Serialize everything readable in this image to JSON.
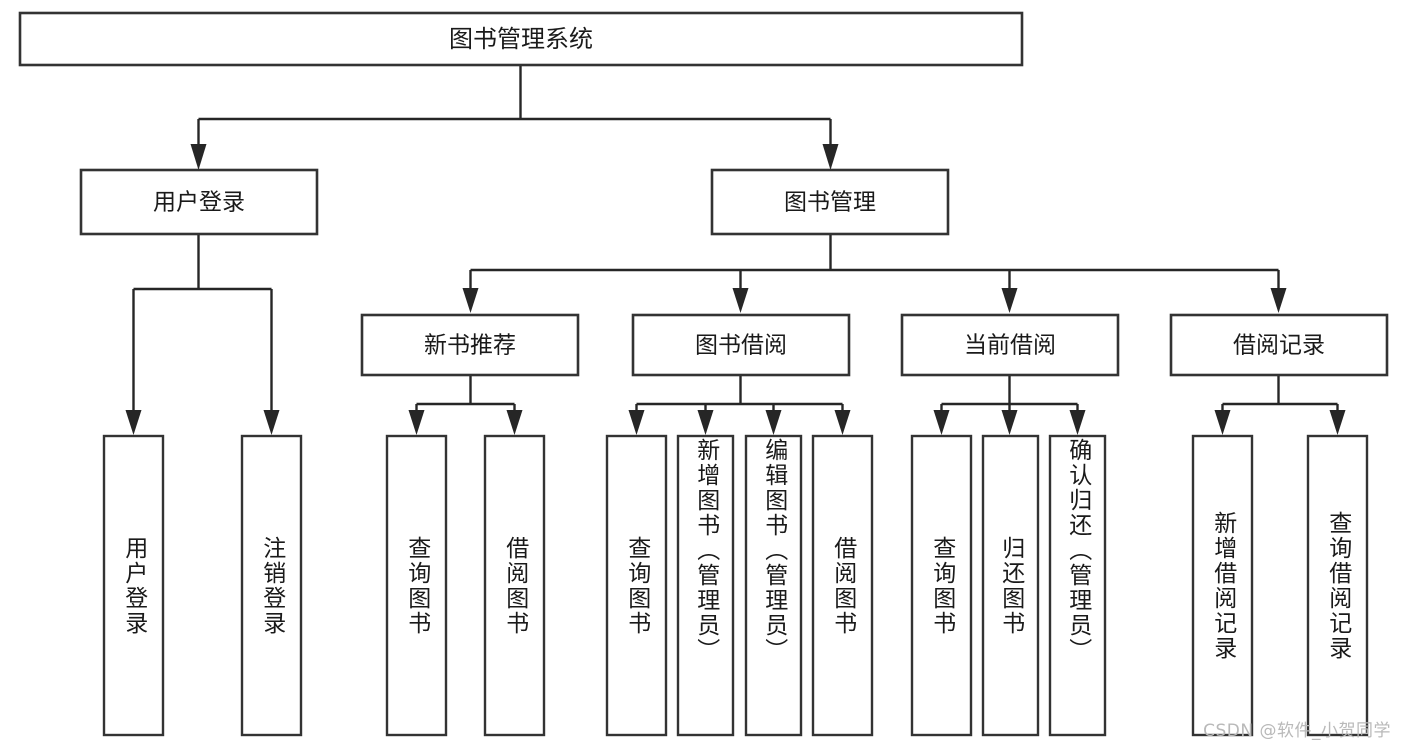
{
  "diagram": {
    "type": "tree-hierarchy",
    "title": "图书管理系统",
    "watermark": "CSDN @软件_小贺同学",
    "colors": {
      "background": "#ffffff",
      "box_stroke": "#333333",
      "connector": "#262626",
      "text": "#1a1a1a",
      "watermark": "#b9b9b9"
    },
    "root": {
      "id": "root",
      "label": "图书管理系统"
    },
    "level2": [
      {
        "id": "user-login",
        "label": "用户登录"
      },
      {
        "id": "book-manage",
        "label": "图书管理"
      }
    ],
    "level3": [
      {
        "id": "new-book-recommend",
        "label": "新书推荐",
        "parent": "book-manage"
      },
      {
        "id": "book-borrow",
        "label": "图书借阅",
        "parent": "book-manage"
      },
      {
        "id": "current-borrow",
        "label": "当前借阅",
        "parent": "book-manage"
      },
      {
        "id": "borrow-record",
        "label": "借阅记录",
        "parent": "book-manage"
      }
    ],
    "leaves": [
      {
        "id": "leaf-user-login",
        "label": "用户登录",
        "parent": "user-login"
      },
      {
        "id": "leaf-logout",
        "label": "注销登录",
        "parent": "user-login"
      },
      {
        "id": "leaf-query-book-1",
        "label": "查询图书",
        "parent": "new-book-recommend"
      },
      {
        "id": "leaf-borrow-book-1",
        "label": "借阅图书",
        "parent": "new-book-recommend"
      },
      {
        "id": "leaf-query-book-2",
        "label": "查询图书",
        "parent": "book-borrow"
      },
      {
        "id": "leaf-add-book",
        "label": "新增图书（管理员）",
        "parent": "book-borrow"
      },
      {
        "id": "leaf-edit-book",
        "label": "编辑图书（管理员）",
        "parent": "book-borrow"
      },
      {
        "id": "leaf-borrow-book-2",
        "label": "借阅图书",
        "parent": "book-borrow"
      },
      {
        "id": "leaf-query-book-3",
        "label": "查询图书",
        "parent": "current-borrow"
      },
      {
        "id": "leaf-return-book",
        "label": "归还图书",
        "parent": "current-borrow"
      },
      {
        "id": "leaf-confirm-return",
        "label": "确认归还（管理员）",
        "parent": "current-borrow"
      },
      {
        "id": "leaf-add-record",
        "label": "新增借阅记录",
        "parent": "borrow-record"
      },
      {
        "id": "leaf-query-record",
        "label": "查询借阅记录",
        "parent": "borrow-record"
      }
    ]
  }
}
